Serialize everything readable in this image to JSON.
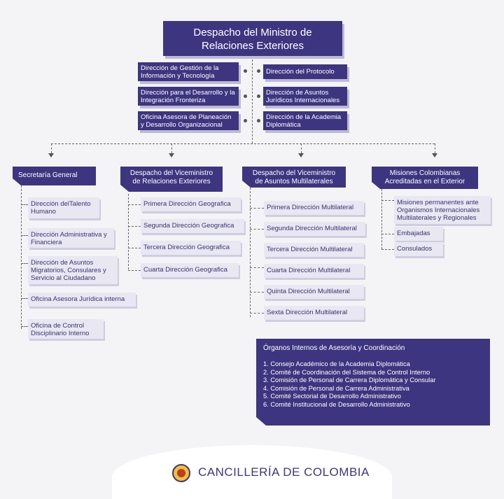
{
  "main": "Despacho del Ministro de Relaciones Exteriores",
  "main_line1": "Despacho del Ministro de",
  "main_line2": "Relaciones Exteriores",
  "left_offices": [
    "Dirección de Gestión de la Información y Tecnología",
    "Dirección para el Desarrollo y la Integración Fronteriza",
    "Oficina Asesora de Planeación y Desarrollo Organizacional"
  ],
  "right_offices": [
    "Dirección del Protocolo",
    "Dirección de Asuntos Jurídicos Internacionales",
    "Dirección de la Academia Diplomática"
  ],
  "columns": [
    {
      "header": "Secretaría General",
      "items": [
        "Dirección delTalento Humano",
        "Dirección Administrativa y Financiera",
        "Dirección de Asuntos Migratorios, Consulares y Servicio al Ciudadano",
        "Oficina Asesora Jurídica interna",
        "Oficina de Control Disciplinario Interno"
      ]
    },
    {
      "header": "Despacho del Viceministro de Relaciones Exteriores",
      "items": [
        "Primera Dirección Geografica",
        "Segunda Dirección Geografica",
        "Tercera Dirección Geografica",
        "Cuarta Dirección Geografica"
      ]
    },
    {
      "header": "Despacho del Viceministro de Asuntos Multilaterales",
      "items": [
        "Primera Dirección Multilateral",
        "Segunda Dirección Multilateral",
        "Tercera Dirección Multilateral",
        "Cuarta Dirección Multilateral",
        "Quinta Dirección Multilateral",
        "Sexta Dirección Multilateral"
      ]
    },
    {
      "header": "Misiones Colombianas Acreditadas en el Exterior",
      "items": [
        "Misiones permanentes ante Organismos Internacionales Multilaterales y Regionales",
        "Embajadas",
        "Consulados"
      ]
    }
  ],
  "organs": {
    "title": "Órganos Internos de Asesoría y Coordinación",
    "items": [
      "1. Consejo Académico de la Academia Diplomática",
      "2. Comité de Coordinación del Sistema de Control Interno",
      "3. Comisión de Personal de Carrera Diplomática y Consular",
      "4. Comisión de Personal de Carrera Administrativa",
      "5. Comité Sectorial de Desarrollo Administrativo",
      "6. Comité Institucional de Desarrollo Administrativo"
    ]
  },
  "footer": {
    "brand": "CANCILLERÍA DE COLOMBIA",
    "seal_icon": "coat-of-arms-icon"
  },
  "colors": {
    "primary": "#3d3580",
    "item_bg": "#e8e7f2",
    "background": "#f4f4f6"
  }
}
